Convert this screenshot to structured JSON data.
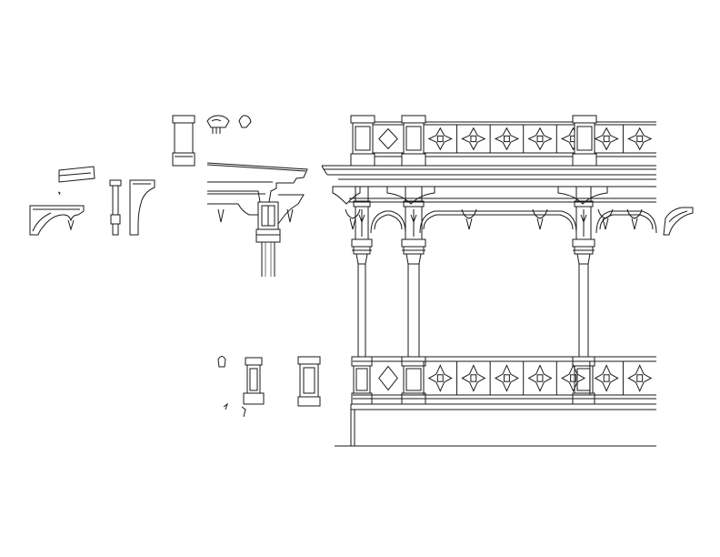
{
  "drawing": {
    "stroke_color": "#1a1a1a",
    "background_color": "#ffffff",
    "balustrade_panels_upper": 7,
    "balustrade_panels_lower": 7,
    "arches": 3
  }
}
